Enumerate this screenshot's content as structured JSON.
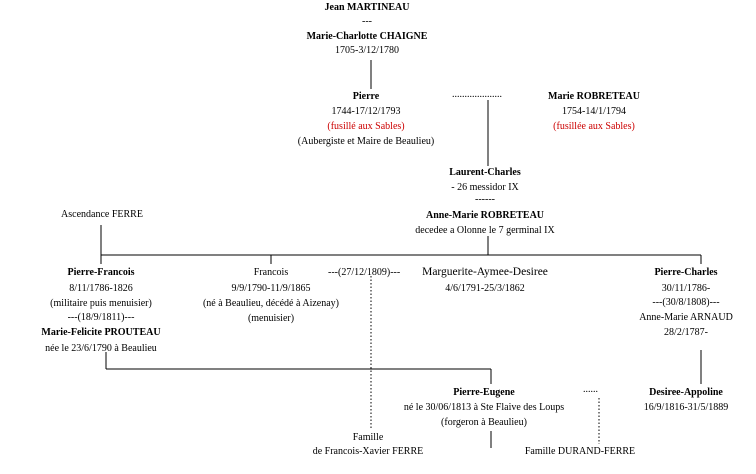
{
  "martineau": {
    "name": "Jean MARTINEAU",
    "sep": "---"
  },
  "chaigne": {
    "name": "Marie-Charlotte CHAIGNE",
    "dates": "1705-3/12/1780"
  },
  "pierre": {
    "name": "Pierre",
    "dates": "1744-17/12/1793",
    "note": "(fusillé aux Sables)",
    "occupation": "(Aubergiste et Maire de Beaulieu)"
  },
  "marie_robreteau": {
    "name": "Marie ROBRETEAU",
    "dates": "1754-14/1/1794",
    "note": "(fusillée aux Sables)"
  },
  "laurent_charles": {
    "name": "Laurent-Charles",
    "dates": "- 26 messidor IX",
    "sep": "------"
  },
  "anne_marie": {
    "name": "Anne-Marie ROBRETEAU",
    "death": "decedee a Olonne le 7 germinal IX"
  },
  "ascendance_ferre": {
    "label": "Ascendance FERRE"
  },
  "pierre_francois": {
    "name": "Pierre-Francois",
    "dates": "8/11/1786-1826",
    "occupation": "(militaire puis menuisier)",
    "marriage": "---(18/9/1811)---"
  },
  "francois": {
    "name": "Francois",
    "dates": "9/9/1790-11/9/1865",
    "birth_death": "(né à Beaulieu, décédé à Aizenay)",
    "occupation": "(menuisier)"
  },
  "marriage_1809": {
    "label": "---(27/12/1809)---"
  },
  "marguerite": {
    "name": "Marguerite-Aymee-Desiree",
    "dates": "4/6/1791-25/3/1862"
  },
  "pierre_charles": {
    "name": "Pierre-Charles",
    "dates": "30/11/1786-",
    "marriage": "---(30/8/1808)---"
  },
  "anne_marie_arnaud": {
    "name": "Anne-Marie ARNAUD",
    "dates": "28/2/1787-"
  },
  "marie_felicite": {
    "name": "Marie-Felicite PROUTEAU",
    "birth": "née le 23/6/1790 à Beaulieu"
  },
  "pierre_eugene": {
    "name": "Pierre-Eugene",
    "birth": "né le 30/06/1813 à Ste Flaive des Loups",
    "occupation": "(forgeron à Beaulieu)",
    "sep": "......"
  },
  "desiree_appoline": {
    "name": "Desiree-Appoline",
    "dates": "16/9/1816-31/5/1889"
  },
  "famille_ferre": {
    "line1": "Famille",
    "line2": "de Francois-Xavier FERRE"
  },
  "famille_durand": {
    "label": "Famille DURAND-FERRE"
  },
  "pierre_marie_sep": {
    "label": "...................."
  }
}
